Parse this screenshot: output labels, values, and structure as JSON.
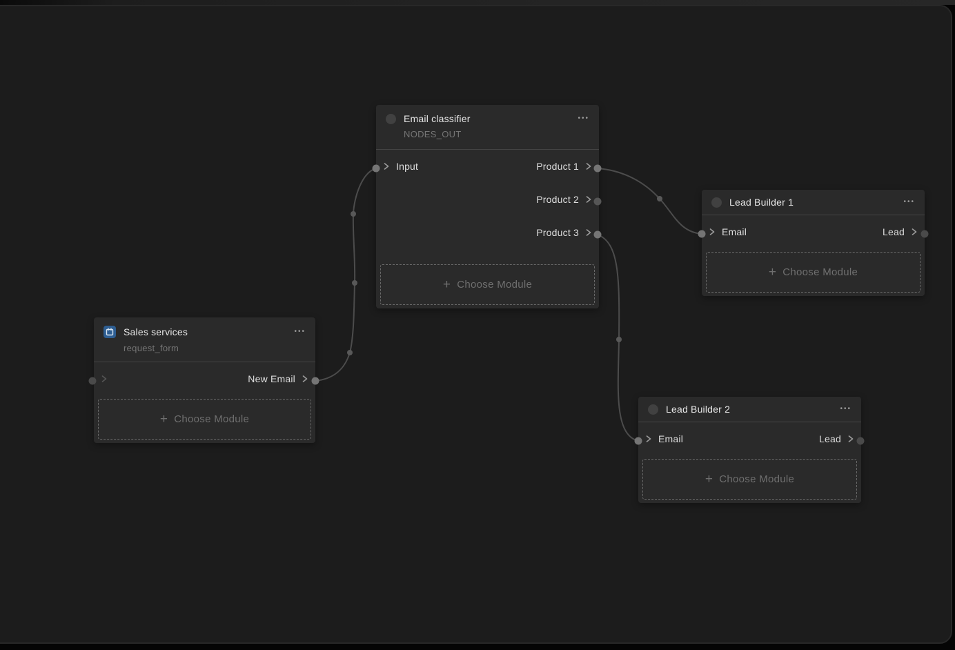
{
  "ui": {
    "menu_glyph": "•••",
    "plus_glyph": "+"
  },
  "colors": {
    "canvas_bg": "#1c1c1c",
    "node_bg": "#2a2a2a",
    "wire": "#4c4c4c",
    "connected_dot": "#757575",
    "idle_dot": "#4a4a4a",
    "sales_icon_bg": "#2e5e92"
  },
  "nodes": [
    {
      "id": "email-classifier",
      "title": "Email classifier",
      "subtitle": "NODES_OUT",
      "inputs": [
        {
          "label": "Input"
        }
      ],
      "outputs": [
        {
          "label": "Product 1"
        },
        {
          "label": "Product 2"
        },
        {
          "label": "Product 3"
        }
      ],
      "choose_module_label": "Choose Module"
    },
    {
      "id": "sales-services",
      "title": "Sales services",
      "subtitle": "request_form",
      "inputs": [
        {
          "label": ""
        }
      ],
      "outputs": [
        {
          "label": "New Email"
        }
      ],
      "choose_module_label": "Choose Module"
    },
    {
      "id": "lead-builder-1",
      "title": "Lead Builder 1",
      "inputs": [
        {
          "label": "Email"
        }
      ],
      "outputs": [
        {
          "label": "Lead"
        }
      ],
      "choose_module_label": "Choose Module"
    },
    {
      "id": "lead-builder-2",
      "title": "Lead Builder 2",
      "inputs": [
        {
          "label": "Email"
        }
      ],
      "outputs": [
        {
          "label": "Lead"
        }
      ],
      "choose_module_label": "Choose Module"
    }
  ],
  "connections": [
    {
      "from": "Sales services / New Email",
      "to": "Email classifier / Input"
    },
    {
      "from": "Email classifier / Product 1",
      "to": "Lead Builder 1 / Email"
    },
    {
      "from": "Email classifier / Product 3",
      "to": "Lead Builder 2 / Email"
    }
  ]
}
